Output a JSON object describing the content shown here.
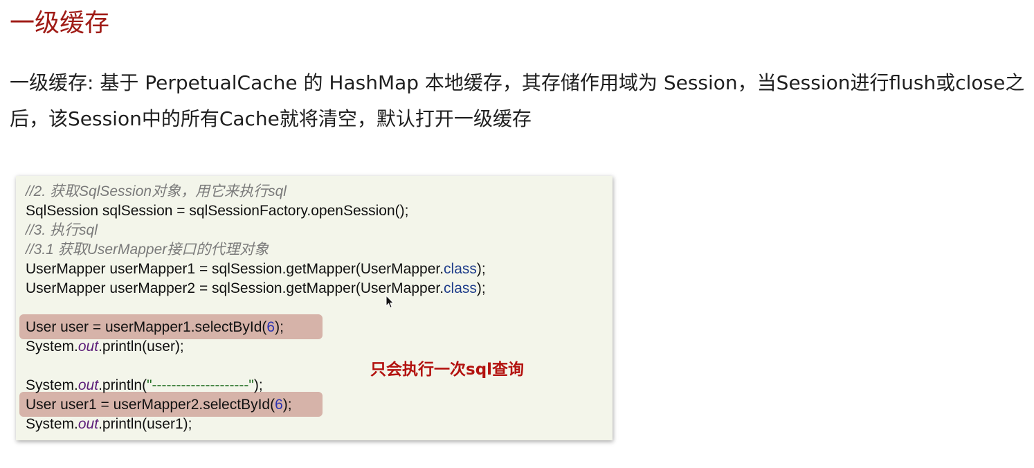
{
  "title": "一级缓存",
  "intro": {
    "line1": "一级缓存: 基于 PerpetualCache 的 HashMap 本地缓存，其存储作用域为 Session，当Session进行flush或close之",
    "line2": "后，该Session中的所有Cache就将清空，默认打开一级缓存"
  },
  "code": {
    "c1": "//2. 获取SqlSession对象，用它来执行sql",
    "l2": "SqlSession sqlSession = sqlSessionFactory.openSession();",
    "c3": "//3. 执行sql",
    "c4": "//3.1 获取UserMapper接口的代理对象",
    "l5_pre": "UserMapper userMapper1 = sqlSession.getMapper(UserMapper.",
    "l6_pre": "UserMapper userMapper2 = sqlSession.getMapper(UserMapper.",
    "kw_class": "class",
    "close_paren_semi": ");",
    "l7_pre": "User user = userMapper1.selectById(",
    "num_6": "6",
    "l8_pre": "System.",
    "field_out": "out",
    "l8_post": ".println(user);",
    "l9_open": ".println(",
    "l9_str": "\"--------------------\"",
    "l10_pre": "User user1 = userMapper2.selectById(",
    "l11_post": ".println(user1);"
  },
  "note": "只会执行一次sql查询",
  "colors": {
    "title": "#a01c17",
    "note": "#b3120f",
    "highlight": "#d6b3a9",
    "panel": "#f3f5ea"
  }
}
